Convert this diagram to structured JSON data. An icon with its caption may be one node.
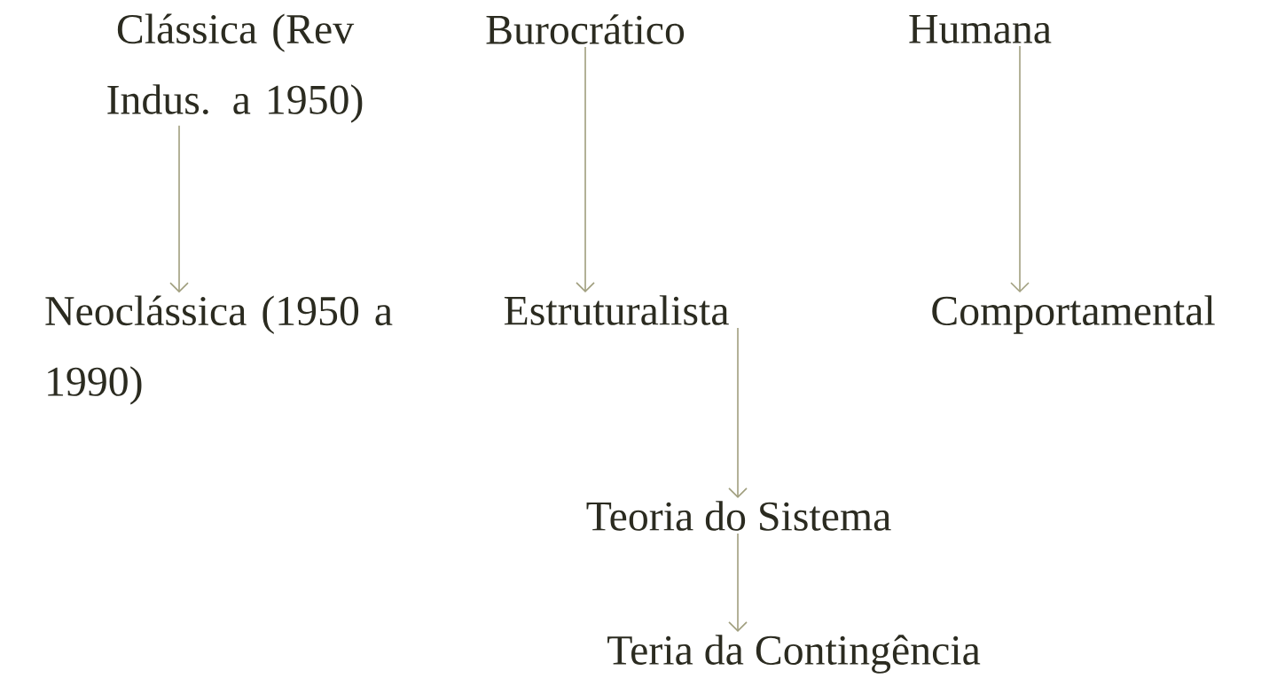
{
  "diagram": {
    "nodes": [
      {
        "text": [
          "Clássica (Rev Indus. a 1950)"
        ]
      },
      {
        "text": [
          "Burocrático"
        ]
      },
      {
        "text": [
          "Humana"
        ]
      },
      {
        "text": [
          "Neoclássica (1950 a 1990)"
        ]
      },
      {
        "text": [
          "Estruturalista"
        ]
      },
      {
        "text": [
          "Comportamental"
        ]
      },
      {
        "text": [
          "Teoria do Sistema"
        ]
      },
      {
        "text": [
          "Teria da Contingência"
        ]
      }
    ],
    "edges": [
      {
        "from": 0,
        "to": 3,
        "arrow": "to"
      },
      {
        "from": 1,
        "to": 4,
        "arrow": "to"
      },
      {
        "from": 2,
        "to": 5,
        "arrow": "to"
      },
      {
        "from": 4,
        "to": 6,
        "arrow": "to"
      },
      {
        "from": 6,
        "to": 7,
        "arrow": "to"
      }
    ]
  }
}
